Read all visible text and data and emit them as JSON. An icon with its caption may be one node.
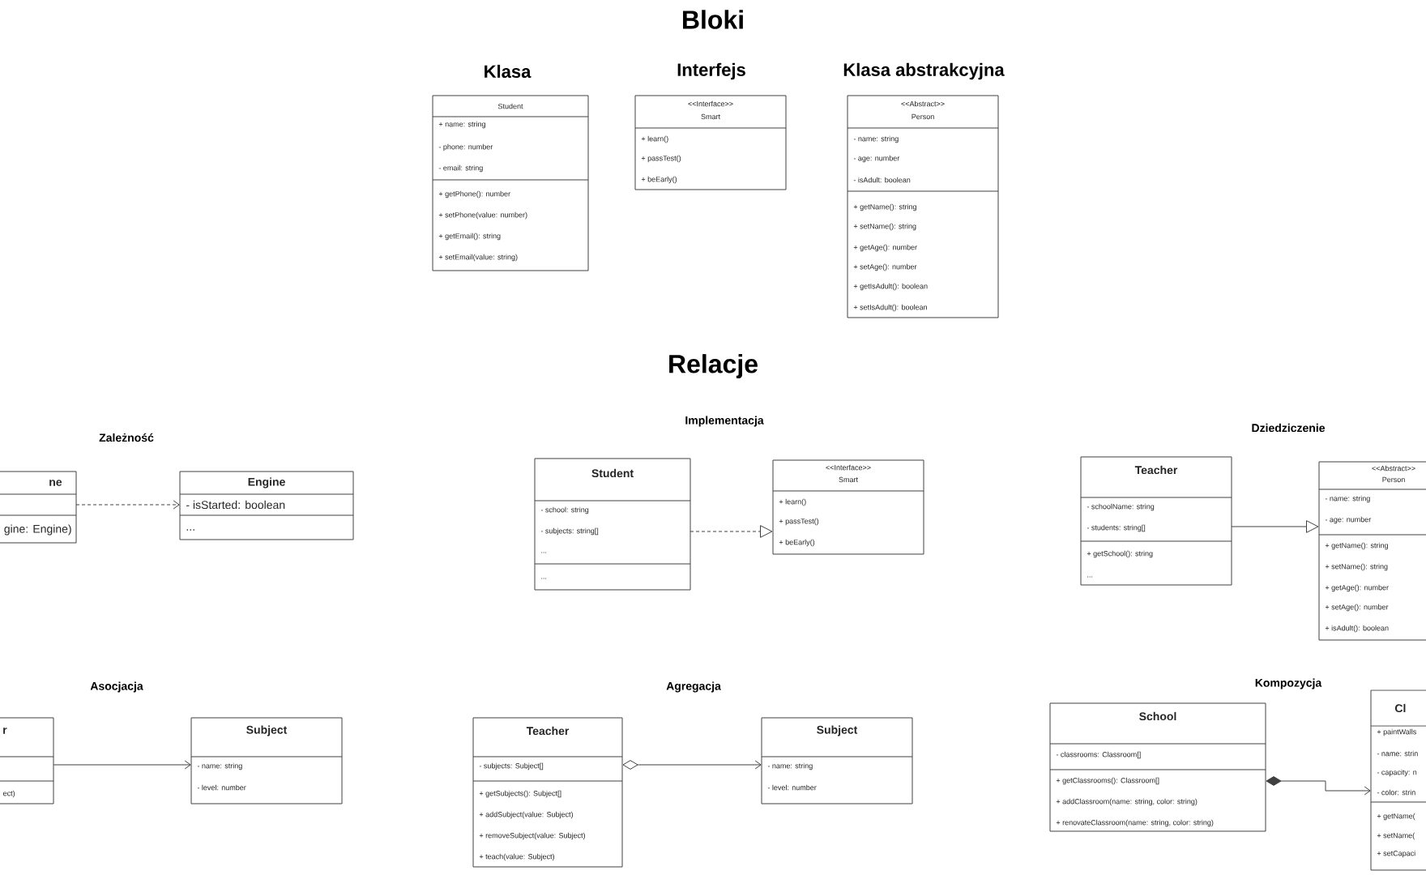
{
  "diagram": {
    "nodes": [
      {
        "text": [
          "Student",
          "+ name: string",
          "- phone: number",
          "- email: string",
          "+ getPhone(): number",
          "+ setPhone(value: number)",
          "+ getEmail(): string",
          "+ setEmail(value: string)"
        ]
      },
      {
        "text": [
          "<<Interface>>",
          "Smart",
          "+ learn()",
          "+ passTest()",
          "+ beEarly()"
        ]
      },
      {
        "text": [
          "<<Abstract>>",
          "Person",
          "- name: string",
          "- age: number",
          "- isAdult: boolean",
          "+ getName(): string",
          "+ setName(): string",
          "+ getAge(): number",
          "+ setAge(): number",
          "+ getIsAdult(): boolean",
          "+ setIsAdult(): boolean"
        ]
      },
      {
        "text": [
          "ne",
          "gine: Engine)"
        ]
      },
      {
        "text": [
          "Engine",
          "- isStarted: boolean",
          "..."
        ]
      },
      {
        "text": [
          "Student",
          "- school: string",
          "- subjects: string[]",
          "...",
          "..."
        ]
      },
      {
        "text": [
          "<<Interface>>",
          "Smart",
          "+ learn()",
          "+ passTest()",
          "+ beEarly()"
        ]
      },
      {
        "text": [
          "Teacher",
          "- schoolName: string",
          "- students: string[]",
          "+ getSchool(): string",
          "..."
        ]
      },
      {
        "text": [
          "<<Abstract>>",
          "Person",
          "- name: string",
          "- age: number",
          "+ getName(): string",
          "+ setName(): string",
          "+ getAge(): number",
          "+ setAge(): number",
          "+ isAdult(): boolean"
        ]
      },
      {
        "text": [
          "r",
          "ect)"
        ]
      },
      {
        "text": [
          "Subject",
          "- name: string",
          "- level: number"
        ]
      },
      {
        "text": [
          "Teacher",
          "- subjects: Subject[]",
          "+ getSubjects(): Subject[]",
          "+ addSubject(value: Subject)",
          "+ removeSubject(value: Subject)",
          "+ teach(value: Subject)"
        ]
      },
      {
        "text": [
          "Subject",
          "- name: string",
          "- level: number"
        ]
      },
      {
        "text": [
          "School",
          "- classrooms: Classroom[]",
          "+ getClassrooms(): Classroom[]",
          "+ addClassroom(name: string, color: string)",
          "+ renovateClassroom(name: string, color: string)"
        ]
      },
      {
        "text": [
          "Cl",
          "+ paintWalls",
          "- name: strin",
          "- capacity: n",
          "- color: strin",
          "+ getName(",
          "+ setName(",
          "+ setCapaci"
        ]
      }
    ],
    "edges": [
      {
        "from": 3,
        "to": 4,
        "arrow": "to",
        "style": "dashed"
      },
      {
        "from": 5,
        "to": 6,
        "arrow": "to",
        "style": "dashed"
      },
      {
        "from": 7,
        "to": 8,
        "arrow": "to"
      },
      {
        "from": 9,
        "to": 10,
        "arrow": "to"
      },
      {
        "from": 11,
        "to": 12,
        "arrow": "to"
      },
      {
        "from": 13,
        "to": 14,
        "arrow": "to"
      }
    ],
    "labels": [
      "Bloki",
      "Klasa",
      "Interfejs",
      "Klasa abstrakcyjna",
      "Relacje",
      "Zależność",
      "Implementacja",
      "Dziedziczenie",
      "Asocjacja",
      "Agregacja",
      "Kompozycja"
    ]
  }
}
